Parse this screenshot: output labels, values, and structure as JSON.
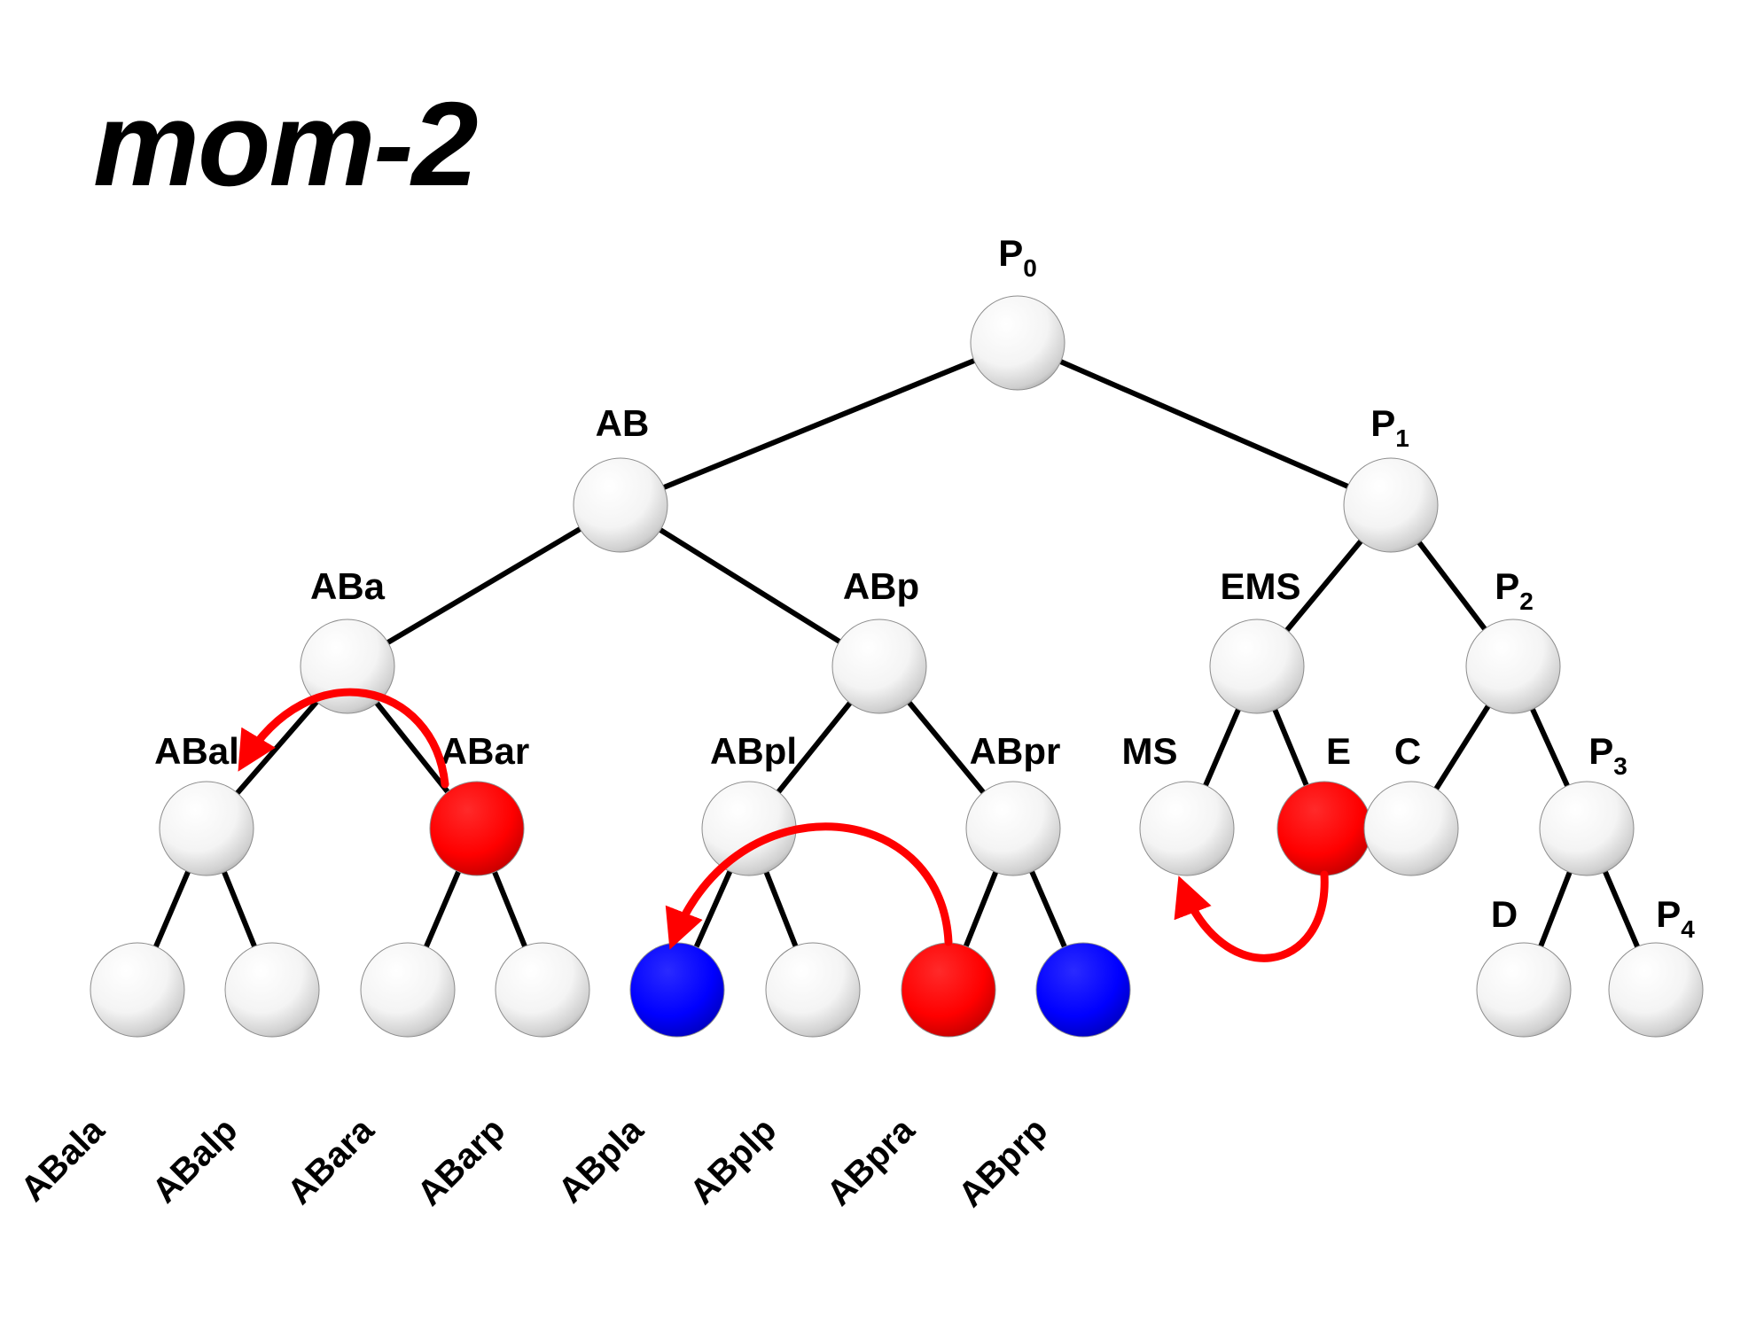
{
  "title": "mom-2",
  "colors": {
    "neutral": "#f2f2f2",
    "signal_red": "#ff0000",
    "blue": "#0000ff",
    "edge": "#000000",
    "arrow": "#ff0000"
  },
  "nodes": [
    {
      "id": "P0",
      "label": "P",
      "sub": "0",
      "fill": "neutral"
    },
    {
      "id": "AB",
      "label": "AB",
      "sub": "",
      "fill": "neutral"
    },
    {
      "id": "P1",
      "label": "P",
      "sub": "1",
      "fill": "neutral"
    },
    {
      "id": "ABa",
      "label": "ABa",
      "sub": "",
      "fill": "neutral"
    },
    {
      "id": "ABp",
      "label": "ABp",
      "sub": "",
      "fill": "neutral"
    },
    {
      "id": "EMS",
      "label": "EMS",
      "sub": "",
      "fill": "neutral"
    },
    {
      "id": "P2",
      "label": "P",
      "sub": "2",
      "fill": "neutral"
    },
    {
      "id": "ABal",
      "label": "ABal",
      "sub": "",
      "fill": "neutral"
    },
    {
      "id": "ABar",
      "label": "ABar",
      "sub": "",
      "fill": "signal_red"
    },
    {
      "id": "ABpl",
      "label": "ABpl",
      "sub": "",
      "fill": "neutral"
    },
    {
      "id": "ABpr",
      "label": "ABpr",
      "sub": "",
      "fill": "neutral"
    },
    {
      "id": "MS",
      "label": "MS",
      "sub": "",
      "fill": "neutral"
    },
    {
      "id": "E",
      "label": "E",
      "sub": "",
      "fill": "signal_red"
    },
    {
      "id": "C",
      "label": "C",
      "sub": "",
      "fill": "neutral"
    },
    {
      "id": "P3",
      "label": "P",
      "sub": "3",
      "fill": "neutral"
    },
    {
      "id": "ABala",
      "label": "ABala",
      "sub": "",
      "fill": "neutral"
    },
    {
      "id": "ABalp",
      "label": "ABalp",
      "sub": "",
      "fill": "neutral"
    },
    {
      "id": "ABara",
      "label": "ABara",
      "sub": "",
      "fill": "neutral"
    },
    {
      "id": "ABarp",
      "label": "ABarp",
      "sub": "",
      "fill": "neutral"
    },
    {
      "id": "ABpla",
      "label": "ABpla",
      "sub": "",
      "fill": "blue"
    },
    {
      "id": "ABplp",
      "label": "ABplp",
      "sub": "",
      "fill": "neutral"
    },
    {
      "id": "ABpra",
      "label": "ABpra",
      "sub": "",
      "fill": "signal_red"
    },
    {
      "id": "ABprp",
      "label": "ABprp",
      "sub": "",
      "fill": "blue"
    },
    {
      "id": "D",
      "label": "D",
      "sub": "",
      "fill": "neutral"
    },
    {
      "id": "P4",
      "label": "P",
      "sub": "4",
      "fill": "neutral"
    }
  ],
  "edges": [
    [
      "P0",
      "AB"
    ],
    [
      "P0",
      "P1"
    ],
    [
      "AB",
      "ABa"
    ],
    [
      "AB",
      "ABp"
    ],
    [
      "P1",
      "EMS"
    ],
    [
      "P1",
      "P2"
    ],
    [
      "ABa",
      "ABal"
    ],
    [
      "ABa",
      "ABar"
    ],
    [
      "ABp",
      "ABpl"
    ],
    [
      "ABp",
      "ABpr"
    ],
    [
      "EMS",
      "MS"
    ],
    [
      "EMS",
      "E"
    ],
    [
      "P2",
      "C"
    ],
    [
      "P2",
      "P3"
    ],
    [
      "ABal",
      "ABala"
    ],
    [
      "ABal",
      "ABalp"
    ],
    [
      "ABar",
      "ABara"
    ],
    [
      "ABar",
      "ABarp"
    ],
    [
      "ABpl",
      "ABpla"
    ],
    [
      "ABpl",
      "ABplp"
    ],
    [
      "ABpr",
      "ABpra"
    ],
    [
      "ABpr",
      "ABprp"
    ],
    [
      "P3",
      "D"
    ],
    [
      "P3",
      "P4"
    ]
  ],
  "signals": [
    {
      "from": "ABar",
      "to": "ABal"
    },
    {
      "from": "ABpra",
      "to": "ABpla"
    },
    {
      "from": "E",
      "to": "MS"
    }
  ]
}
